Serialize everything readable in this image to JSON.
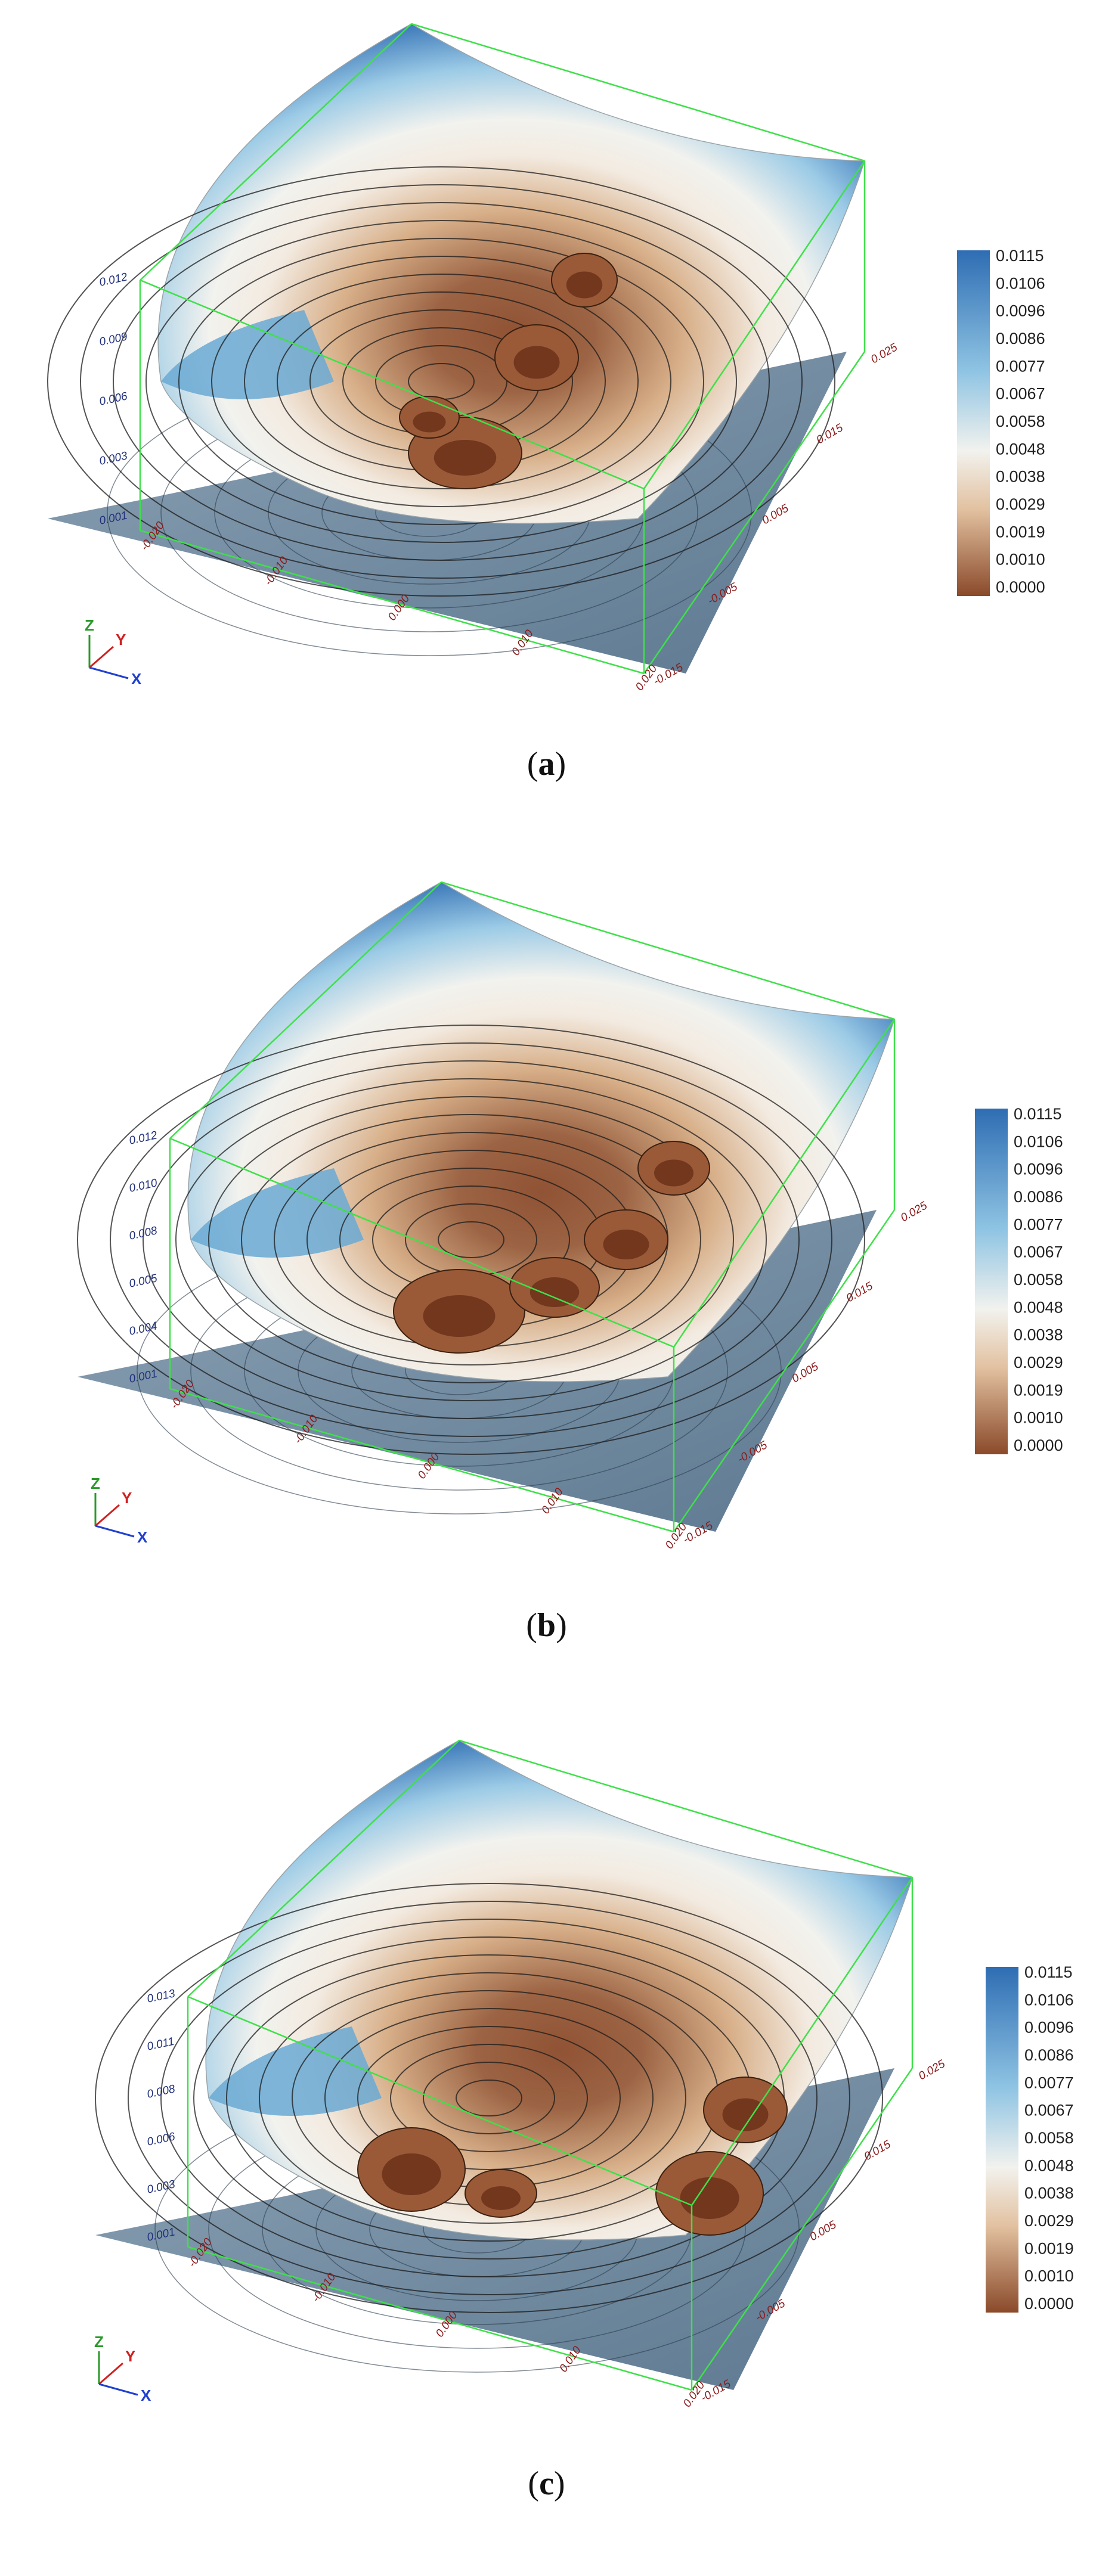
{
  "figure": {
    "panels": [
      {
        "id": "a",
        "caption_open": "(",
        "caption_label": "a",
        "caption_close": ")"
      },
      {
        "id": "b",
        "caption_open": "(",
        "caption_label": "b",
        "caption_close": ")"
      },
      {
        "id": "c",
        "caption_open": "(",
        "caption_label": "c",
        "caption_close": ")"
      }
    ]
  },
  "colors": {
    "high": "#2e6db3",
    "mid": "#f2f2ee",
    "low": "#8a4a2a",
    "box": "#3fe04a",
    "base_plane": "#4b6a84"
  },
  "chart_data": [
    {
      "type": "surface3d",
      "panel": "a",
      "colorbar": {
        "ticks": [
          "0.0115",
          "0.0106",
          "0.0096",
          "0.0086",
          "0.0077",
          "0.0067",
          "0.0058",
          "0.0048",
          "0.0038",
          "0.0029",
          "0.0019",
          "0.0010",
          "0.0000"
        ]
      },
      "z_ticks": [
        "0.012",
        "0.009",
        "0.006",
        "0.003",
        "0.001"
      ],
      "x_ticks": [
        "-0.020",
        "-0.010",
        "0.000",
        "0.010",
        "0.020"
      ],
      "y_ticks": [
        "0.025",
        "0.015",
        "0.005",
        "-0.005",
        "-0.015"
      ],
      "orientation_axes": [
        "Z",
        "Y",
        "X"
      ]
    },
    {
      "type": "surface3d",
      "panel": "b",
      "colorbar": {
        "ticks": [
          "0.0115",
          "0.0106",
          "0.0096",
          "0.0086",
          "0.0077",
          "0.0067",
          "0.0058",
          "0.0048",
          "0.0038",
          "0.0029",
          "0.0019",
          "0.0010",
          "0.0000"
        ]
      },
      "z_ticks": [
        "0.012",
        "0.010",
        "0.008",
        "0.005",
        "0.004",
        "0.001"
      ],
      "x_ticks": [
        "-0.020",
        "-0.010",
        "0.000",
        "0.010",
        "0.020"
      ],
      "y_ticks": [
        "0.025",
        "0.015",
        "0.005",
        "-0.005",
        "-0.015"
      ],
      "orientation_axes": [
        "Z",
        "Y",
        "X"
      ]
    },
    {
      "type": "surface3d",
      "panel": "c",
      "colorbar": {
        "ticks": [
          "0.0115",
          "0.0106",
          "0.0096",
          "0.0086",
          "0.0077",
          "0.0067",
          "0.0058",
          "0.0048",
          "0.0038",
          "0.0029",
          "0.0019",
          "0.0010",
          "0.0000"
        ]
      },
      "z_ticks": [
        "0.013",
        "0.011",
        "0.008",
        "0.006",
        "0.003",
        "0.001"
      ],
      "x_ticks": [
        "-0.020",
        "-0.010",
        "0.000",
        "0.010",
        "0.020"
      ],
      "y_ticks": [
        "0.025",
        "0.015",
        "0.005",
        "-0.005",
        "-0.015"
      ],
      "orientation_axes": [
        "Z",
        "Y",
        "X"
      ]
    }
  ]
}
